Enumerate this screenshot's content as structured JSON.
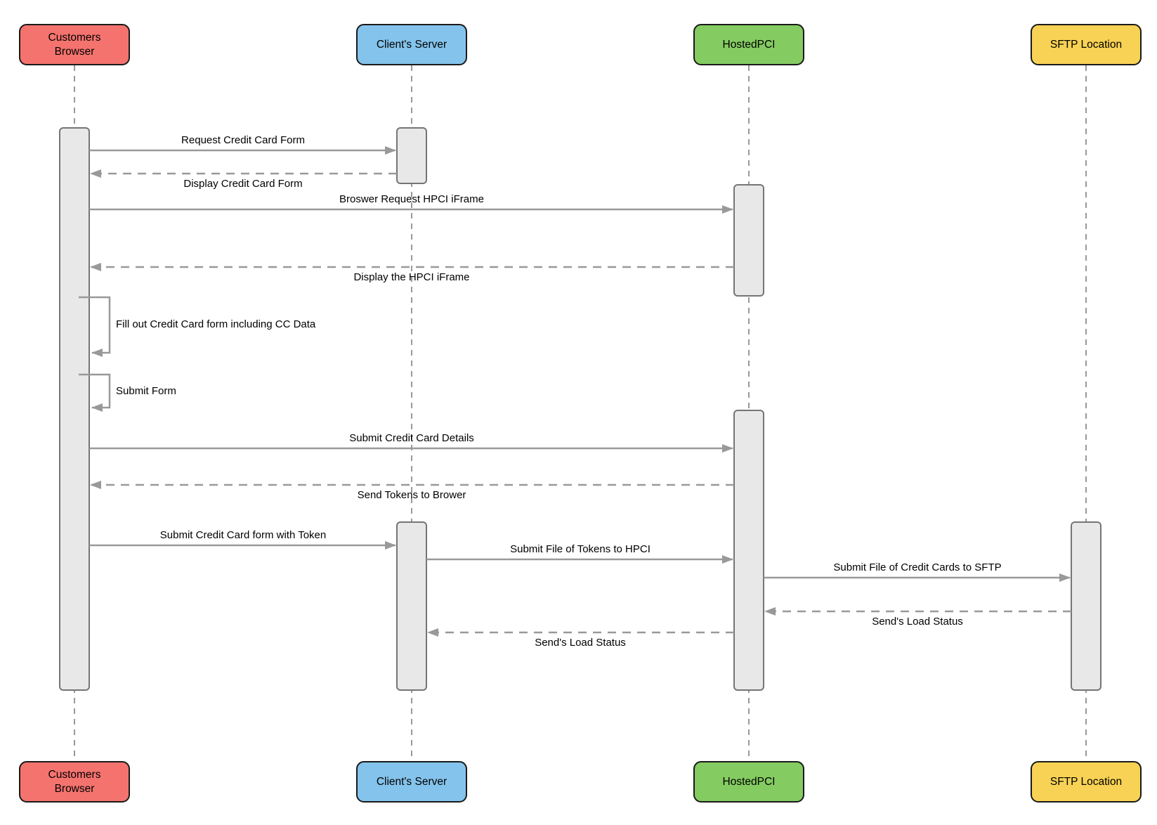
{
  "diagram_type": "uml-sequence-diagram",
  "actors": [
    {
      "id": "customers-browser",
      "label": "Customers Browser",
      "color": "#f4736e"
    },
    {
      "id": "clients-server",
      "label": "Client's Server",
      "color": "#84c3eb"
    },
    {
      "id": "hostedpci",
      "label": "HostedPCI",
      "color": "#84cb61"
    },
    {
      "id": "sftp-location",
      "label": "SFTP Location",
      "color": "#f8d254"
    }
  ],
  "messages": [
    {
      "text": "Request Credit Card Form",
      "from": "Customers Browser",
      "to": "Client's Server",
      "style": "solid"
    },
    {
      "text": "Display Credit Card Form",
      "from": "Client's Server",
      "to": "Customers Browser",
      "style": "dashed"
    },
    {
      "text": "Broswer Request HPCI iFrame",
      "from": "Customers Browser",
      "to": "HostedPCI",
      "style": "solid"
    },
    {
      "text": "Display the HPCI iFrame",
      "from": "HostedPCI",
      "to": "Customers Browser",
      "style": "dashed"
    },
    {
      "text": "Fill out Credit Card form including CC Data",
      "from": "Customers Browser",
      "to": "Customers Browser",
      "style": "self"
    },
    {
      "text": "Submit Form",
      "from": "Customers Browser",
      "to": "Customers Browser",
      "style": "self"
    },
    {
      "text": "Submit Credit Card Details",
      "from": "Customers Browser",
      "to": "HostedPCI",
      "style": "solid"
    },
    {
      "text": "Send Tokens to Brower",
      "from": "HostedPCI",
      "to": "Customers Browser",
      "style": "dashed"
    },
    {
      "text": "Submit Credit Card form with Token",
      "from": "Customers Browser",
      "to": "Client's Server",
      "style": "solid"
    },
    {
      "text": "Submit File of Tokens to HPCI",
      "from": "Client's Server",
      "to": "HostedPCI",
      "style": "solid"
    },
    {
      "text": "Submit File of Credit Cards to SFTP",
      "from": "HostedPCI",
      "to": "SFTP Location",
      "style": "solid"
    },
    {
      "text": "Send's Load Status",
      "from": "SFTP Location",
      "to": "HostedPCI",
      "style": "dashed"
    },
    {
      "text": "Send's Load Status",
      "from": "HostedPCI",
      "to": "Client's Server",
      "style": "dashed"
    }
  ],
  "colors": {
    "line": "#999999",
    "activation_fill": "#e8e8e8",
    "activation_border": "#757575",
    "text": "#000000",
    "background": "#ffffff"
  }
}
